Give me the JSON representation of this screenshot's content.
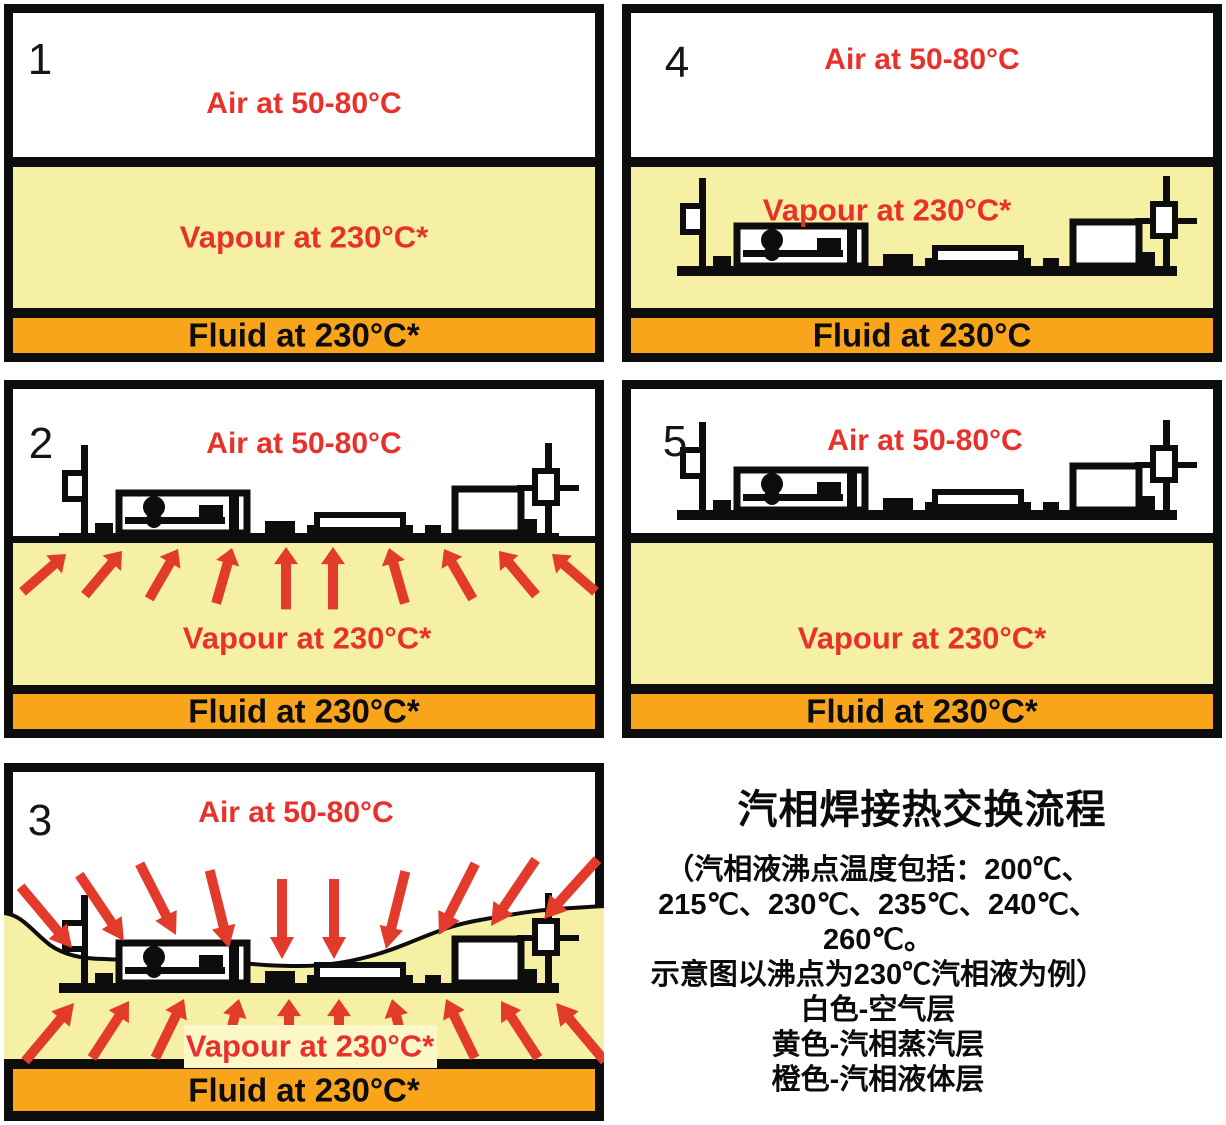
{
  "colors": {
    "vapour_layer": "#F5F0A4",
    "fluid_layer": "#F9A51C",
    "label_red": "#E8312A",
    "arrow_red": "#E23B2C",
    "line_black": "#0D0D0D",
    "vapour_text_patch": "#FBF7C8"
  },
  "panels": [
    {
      "number": "1",
      "air": "Air at 50-80°C",
      "vapour": "Vapour at 230°C*",
      "fluid": "Fluid at 230°C*"
    },
    {
      "number": "2",
      "air": "Air at 50-80°C",
      "vapour": "Vapour at 230°C*",
      "fluid": "Fluid at 230°C*"
    },
    {
      "number": "3",
      "air": "Air at 50-80°C",
      "vapour": "Vapour at 230°C*",
      "fluid": "Fluid at 230°C*"
    },
    {
      "number": "4",
      "air": "Air at 50-80°C",
      "vapour": "Vapour at 230°C*",
      "fluid": "Fluid at 230°C"
    },
    {
      "number": "5",
      "air": "Air at 50-80°C",
      "vapour": "Vapour at 230°C*",
      "fluid": "Fluid at 230°C*"
    }
  ],
  "caption": {
    "title": "汽相焊接热交换流程",
    "lines": [
      "（汽相液沸点温度包括：200℃、",
      "215℃、230℃、235℃、240℃、260℃。",
      "示意图以沸点为230℃汽相液为例）",
      "白色-空气层",
      "黄色-汽相蒸汽层",
      "橙色-汽相液体层"
    ]
  }
}
